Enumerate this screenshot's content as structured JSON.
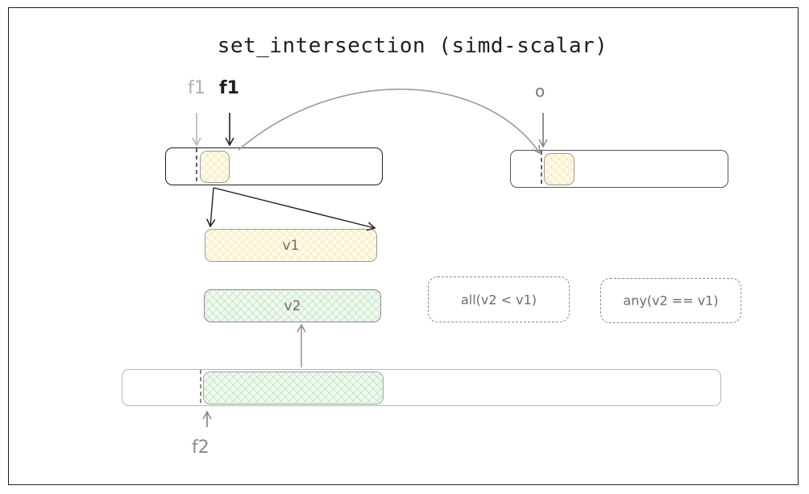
{
  "title": "set_intersection (simd-scalar)",
  "labels": {
    "f1_previous": "f1",
    "f1_current": "f1",
    "output": "o",
    "f2": "f2"
  },
  "vectors": {
    "v1": "v1",
    "v2": "v2"
  },
  "predicates": {
    "all": "all(v2 < v1)",
    "any": "any(v2 == v1)"
  },
  "colors": {
    "ink": "#1e1e1e",
    "muted": "#8a8a8a",
    "yellow_fill": "#fffbe8",
    "green_fill": "#eef8ee"
  }
}
